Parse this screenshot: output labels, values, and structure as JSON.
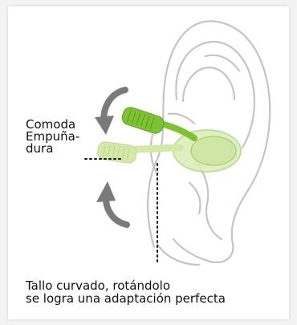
{
  "handle_label": {
    "line1": "Comoda",
    "line2": "Empuña-",
    "line3": "dura"
  },
  "caption": {
    "line1": "Tallo curvado, rotándolo",
    "line2": "se logra una adaptación perfecta"
  },
  "colors": {
    "ear_outline": "#c4c4c4",
    "plug_dark_green": "#7cc232",
    "plug_light_green": "#d3e9a8",
    "arrow_gray": "#7a7a7a",
    "text": "#111111"
  },
  "icons": [
    "rotate-up-arrow-icon",
    "rotate-down-arrow-icon"
  ]
}
